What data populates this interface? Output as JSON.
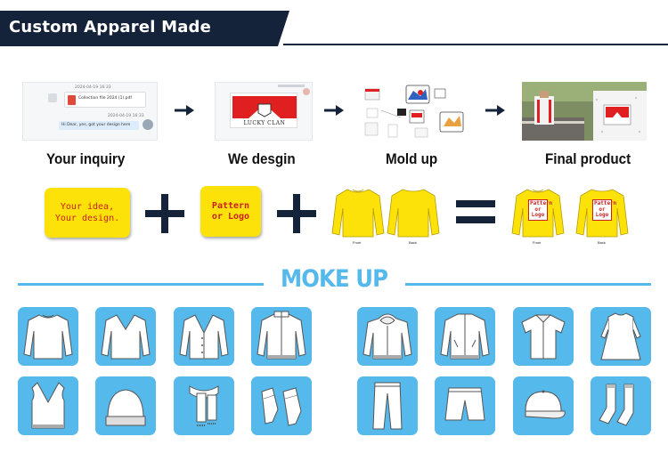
{
  "banner": {
    "title": "Custom Apparel Made",
    "bg_color": "#14223a"
  },
  "steps": [
    {
      "label": "Your inquiry"
    },
    {
      "label": "We desgin"
    },
    {
      "label": "Mold up"
    },
    {
      "label": "Final product"
    }
  ],
  "inquiry_thumb": {
    "timestamp_1": "2024-04-19 16:33",
    "file_name": "Collection file 2024 (1).pdf",
    "timestamp_2": "2024-04-19 16:33",
    "message": "Hi Dear, yes, got your design here"
  },
  "design_thumb": {
    "logo_text": "LUCKY CLAN"
  },
  "formula": {
    "idea_text": "Your idea, Your design.",
    "pattern_text": "Pattern or Logo",
    "print_text": "Pattern or Logo",
    "front_caption": "Front",
    "back_caption": "Back"
  },
  "mockup": {
    "title": "MOKE UP"
  },
  "colors": {
    "accent_blue": "#56b9ec",
    "yellow": "#fde20a",
    "red": "#cc1f1f",
    "navy": "#14223a"
  },
  "tiles": [
    {
      "icon": "crew-sweater-icon"
    },
    {
      "icon": "v-neck-sweater-icon"
    },
    {
      "icon": "cardigan-icon"
    },
    {
      "icon": "zip-jacket-icon"
    },
    {
      "icon": "hoodie-icon"
    },
    {
      "icon": "bomber-jacket-icon"
    },
    {
      "icon": "short-sleeve-shirt-icon"
    },
    {
      "icon": "dress-icon"
    },
    {
      "icon": "sweater-vest-icon"
    },
    {
      "icon": "beanie-icon"
    },
    {
      "icon": "scarf-icon"
    },
    {
      "icon": "gloves-icon"
    },
    {
      "icon": "pants-icon"
    },
    {
      "icon": "shorts-icon"
    },
    {
      "icon": "cap-icon"
    },
    {
      "icon": "socks-icon"
    }
  ]
}
